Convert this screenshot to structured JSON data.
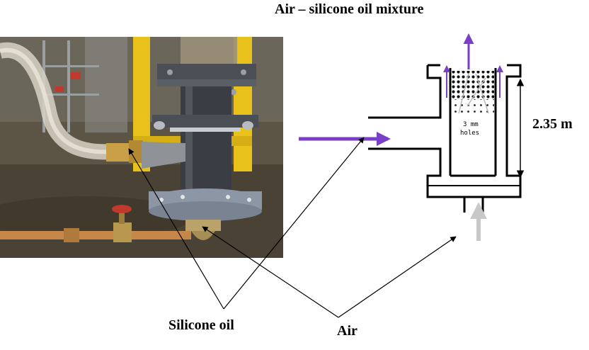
{
  "title": "Air – silicone oil mixture",
  "dimension_label": "2.35 m",
  "callouts": {
    "silicone_oil": "Silicone oil",
    "air": "Air"
  },
  "sketch": {
    "holes_note_line1": "3 mm",
    "holes_note_line2": "holes"
  },
  "colors": {
    "flow_arrow": "#7a3fc7",
    "air_inlet_arrow": "#c8c8c8",
    "frame_yellow": "#e8c21a",
    "pipe_dark": "#3a3e44",
    "flange_grey": "#8c96a4"
  }
}
